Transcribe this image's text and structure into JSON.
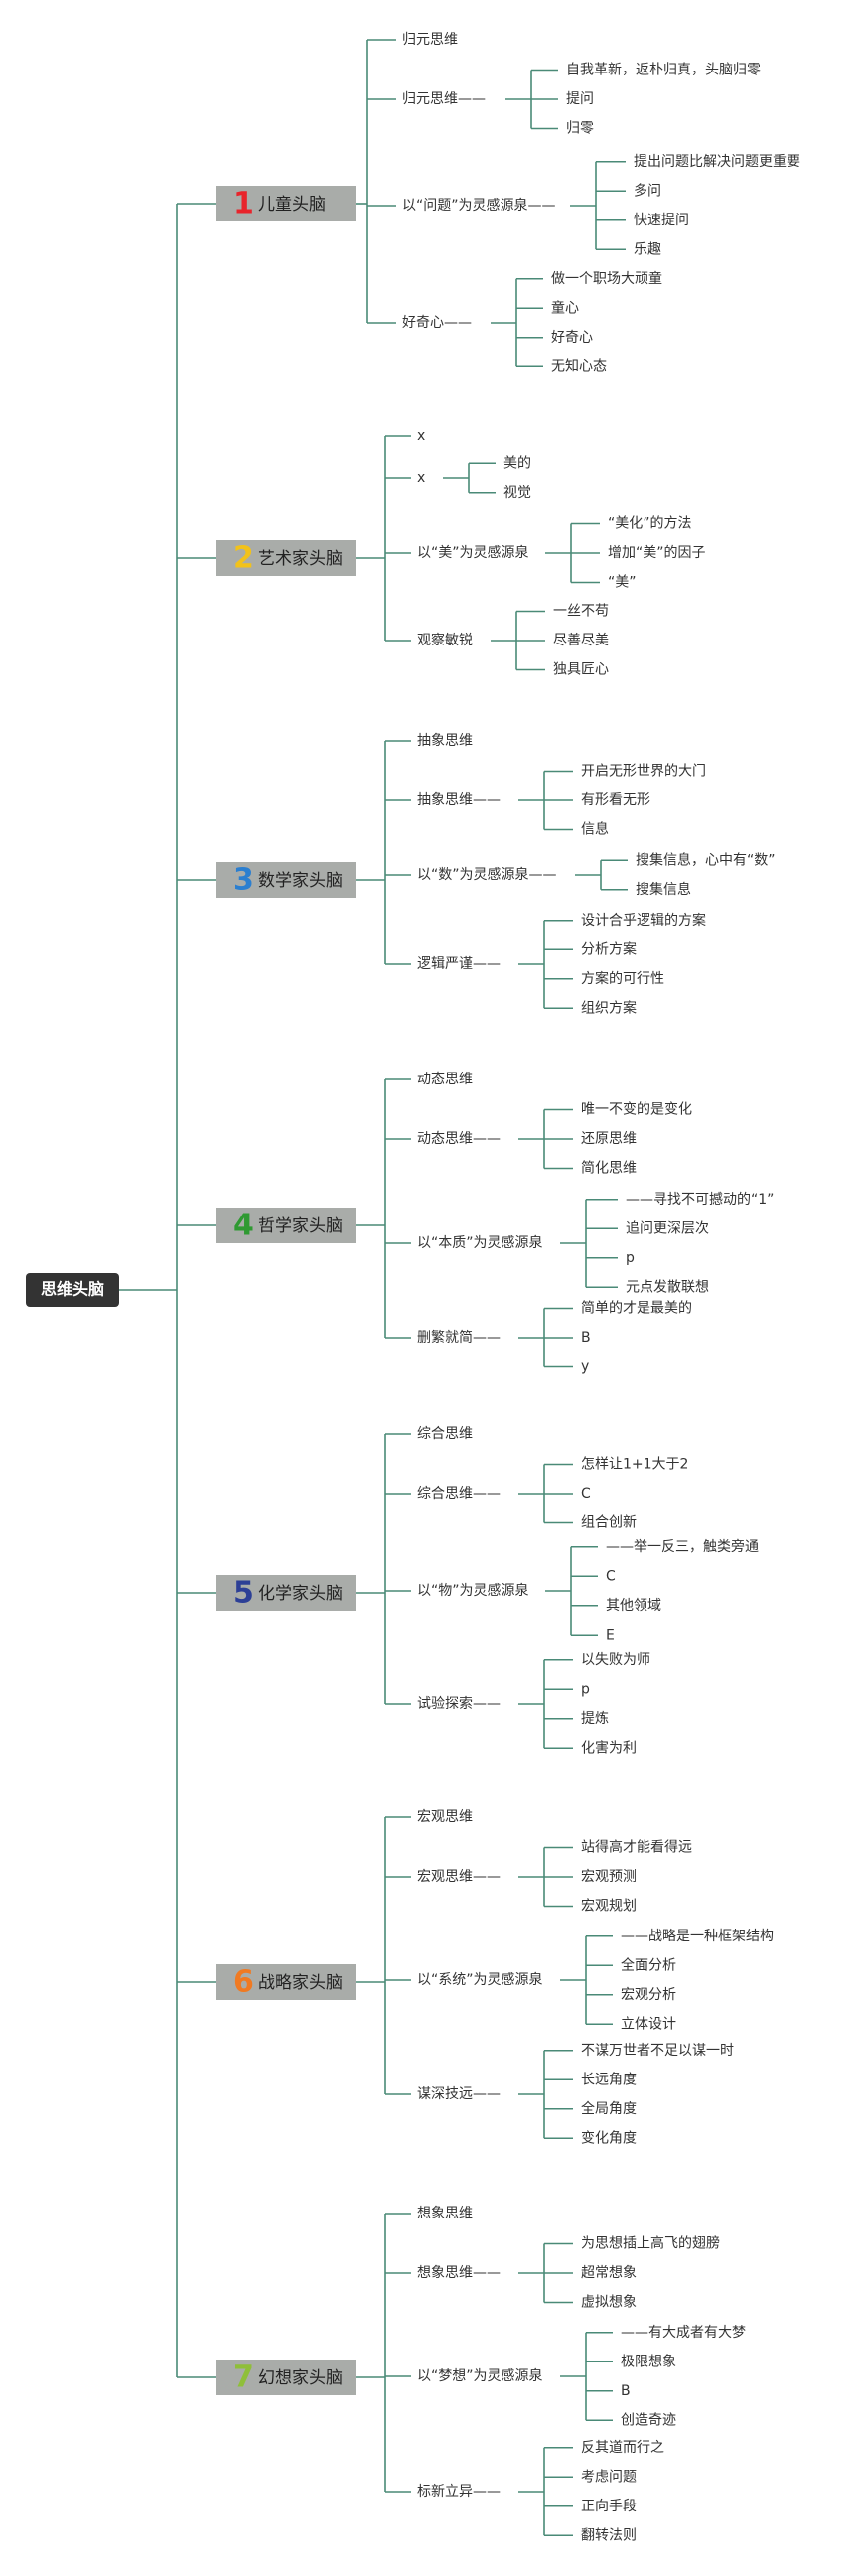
{
  "root": {
    "label": "思维头脑"
  },
  "brains": [
    {
      "num": "1",
      "num_color": "#e8242b",
      "label": "儿童头脑",
      "children": [
        {
          "label": "归元思维",
          "children": []
        },
        {
          "label": "归元思维——",
          "children": [
            "自我革新，返朴归真，头脑归零",
            "提问",
            "归零"
          ]
        },
        {
          "label": "以“问题”为灵感源泉——",
          "children": [
            "提出问题比解决问题更重要",
            "多问",
            "快速提问",
            "乐趣"
          ]
        },
        {
          "label": "好奇心——",
          "children": [
            "做一个职场大顽童",
            "童心",
            "好奇心",
            "无知心态"
          ]
        }
      ]
    },
    {
      "num": "2",
      "num_color": "#f2c21a",
      "label": "艺术家头脑",
      "children": [
        {
          "label": "x",
          "children": []
        },
        {
          "label": "x",
          "children": [
            "美的",
            "视觉"
          ]
        },
        {
          "label": "以“美”为灵感源泉",
          "children": [
            "“美化”的方法",
            "增加“美”的因子",
            "“美”"
          ]
        },
        {
          "label": "观察敏锐",
          "children": [
            "一丝不苟",
            "尽善尽美",
            "独具匠心"
          ]
        }
      ]
    },
    {
      "num": "3",
      "num_color": "#2b7fd0",
      "label": "数学家头脑",
      "children": [
        {
          "label": "抽象思维",
          "children": []
        },
        {
          "label": "抽象思维——",
          "children": [
            "开启无形世界的大门",
            "有形看无形",
            "信息"
          ]
        },
        {
          "label": "以“数”为灵感源泉——",
          "children": [
            "搜集信息，心中有“数”",
            "搜集信息"
          ]
        },
        {
          "label": "逻辑严谨——",
          "children": [
            "设计合乎逻辑的方案",
            "分析方案",
            "方案的可行性",
            "组织方案"
          ]
        }
      ]
    },
    {
      "num": "4",
      "num_color": "#2f9a32",
      "label": "哲学家头脑",
      "children": [
        {
          "label": "动态思维",
          "children": []
        },
        {
          "label": "动态思维——",
          "children": [
            "唯一不变的是变化",
            "还原思维",
            "简化思维"
          ]
        },
        {
          "label": "以“本质”为灵感源泉",
          "children": [
            "——寻找不可撼动的“1”",
            "追问更深层次",
            "p",
            "元点发散联想"
          ]
        },
        {
          "label": "删繁就简——",
          "children": [
            "简单的才是最美的",
            "B",
            "y"
          ]
        }
      ]
    },
    {
      "num": "5",
      "num_color": "#2c3f96",
      "label": "化学家头脑",
      "children": [
        {
          "label": "综合思维",
          "children": []
        },
        {
          "label": "综合思维——",
          "children": [
            "怎样让1+1大于2",
            "C",
            "组合创新"
          ]
        },
        {
          "label": "以“物”为灵感源泉",
          "children": [
            "——举一反三，触类旁通",
            "C",
            "其他领域",
            "E"
          ]
        },
        {
          "label": "试验探索——",
          "children": [
            "以失败为师",
            "p",
            "提炼",
            "化害为利"
          ]
        }
      ]
    },
    {
      "num": "6",
      "num_color": "#f07a22",
      "label": "战略家头脑",
      "children": [
        {
          "label": "宏观思维",
          "children": []
        },
        {
          "label": "宏观思维——",
          "children": [
            "站得高才能看得远",
            "宏观预测",
            "宏观规划"
          ]
        },
        {
          "label": "以“系统”为灵感源泉",
          "children": [
            "——战略是一种框架结构",
            "全面分析",
            "宏观分析",
            "立体设计"
          ]
        },
        {
          "label": "谋深技远——",
          "children": [
            "不谋万世者不足以谋一时",
            "长远角度",
            "全局角度",
            "变化角度"
          ]
        }
      ]
    },
    {
      "num": "7",
      "num_color": "#8fbf3a",
      "label": "幻想家头脑",
      "children": [
        {
          "label": "想象思维",
          "children": []
        },
        {
          "label": "想象思维——",
          "children": [
            "为思想插上高飞的翅膀",
            "超常想象",
            "虚拟想象"
          ]
        },
        {
          "label": "以“梦想”为灵感源泉",
          "children": [
            "——有大成者有大梦",
            "极限想象",
            "B",
            "创造奇迹"
          ]
        },
        {
          "label": "标新立异——",
          "children": [
            "反其道而行之",
            "考虑问题",
            "正向手段",
            "翻转法则"
          ]
        }
      ]
    }
  ],
  "colors": {
    "edge": "#4a8a77",
    "root_bg": "#333333",
    "brain_bg": "#a9aca9"
  }
}
